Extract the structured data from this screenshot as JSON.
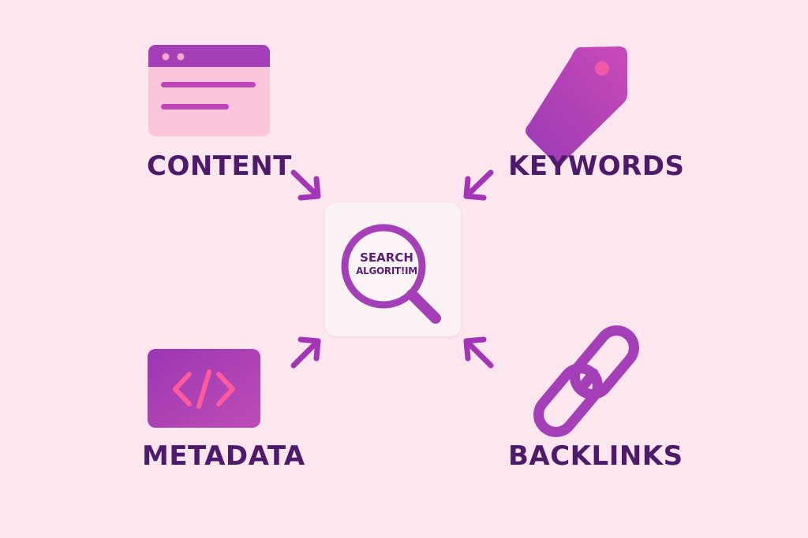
{
  "colors": {
    "background": "#fde6ee",
    "label": "#4e1a6b",
    "purple": "#a53fb8",
    "magenta": "#e54ba6",
    "arrow": "#a335b6"
  },
  "center": {
    "line1": "SEARCH",
    "line2": "ALGORIT!IM",
    "icon": "magnifier-icon"
  },
  "nodes": [
    {
      "id": "content",
      "label": "CONTENT",
      "icon": "browser-window-icon"
    },
    {
      "id": "keywords",
      "label": "KEYWORDS",
      "icon": "tag-icon"
    },
    {
      "id": "metadata",
      "label": "METADATA",
      "icon": "code-icon"
    },
    {
      "id": "backlinks",
      "label": "BACKLINKS",
      "icon": "chain-link-icon"
    }
  ]
}
